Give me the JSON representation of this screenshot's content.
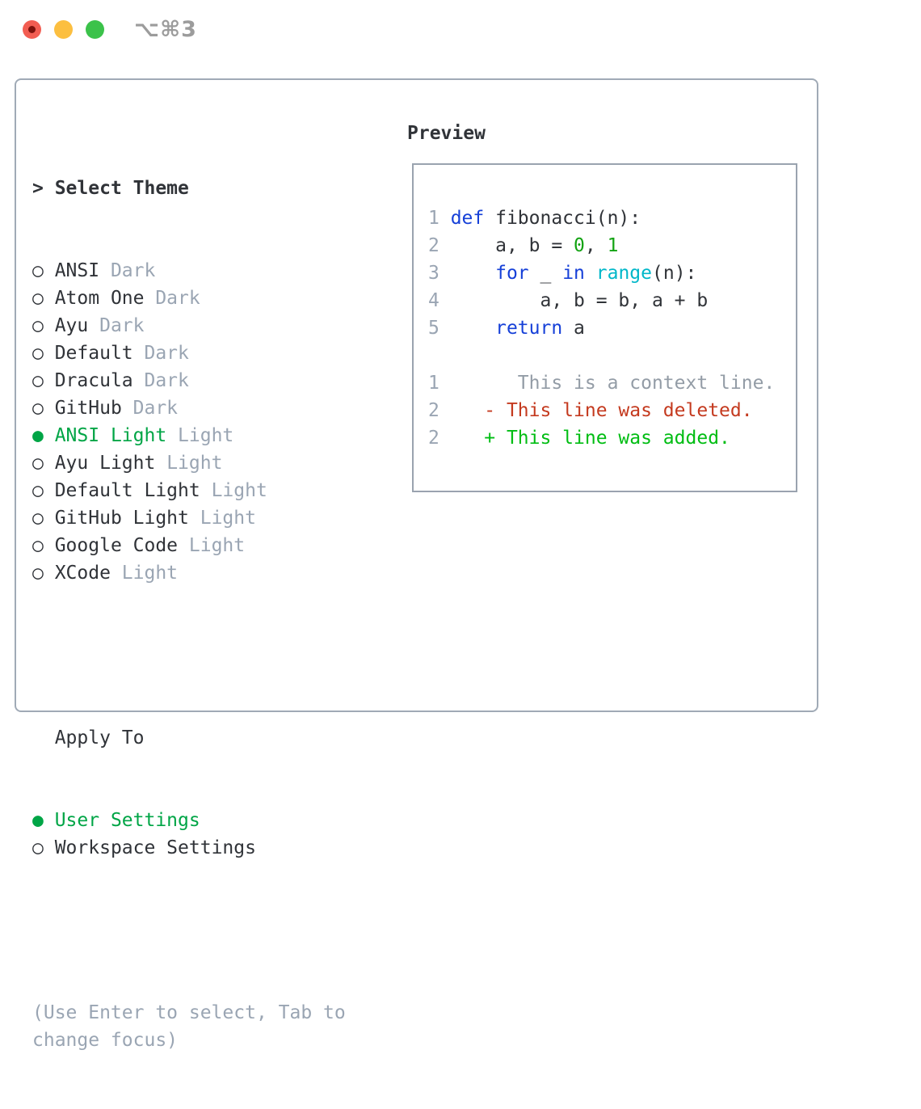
{
  "window": {
    "shortcut": "⌥⌘3",
    "traffic_lights": {
      "close": "red",
      "minimize": "yellow",
      "zoom": "green"
    }
  },
  "colors": {
    "accent_green": "#00a546",
    "keyword_blue": "#1640d8",
    "function_cyan": "#00b7c9",
    "number_green": "#13a313",
    "deleted_red": "#c43a1f",
    "added_green": "#00bd13",
    "muted_gray": "#9aa5b3",
    "text": "#303338",
    "panel_border": "#a0aab6"
  },
  "theme_panel": {
    "header": {
      "prompt": ">",
      "title": "Select Theme"
    },
    "themes": [
      {
        "name": "ANSI",
        "variant": "Dark",
        "selected": false
      },
      {
        "name": "Atom One",
        "variant": "Dark",
        "selected": false
      },
      {
        "name": "Ayu",
        "variant": "Dark",
        "selected": false
      },
      {
        "name": "Default",
        "variant": "Dark",
        "selected": false
      },
      {
        "name": "Dracula",
        "variant": "Dark",
        "selected": false
      },
      {
        "name": "GitHub",
        "variant": "Dark",
        "selected": false
      },
      {
        "name": "ANSI Light",
        "variant": "Light",
        "selected": true
      },
      {
        "name": "Ayu Light",
        "variant": "Light",
        "selected": false
      },
      {
        "name": "Default Light",
        "variant": "Light",
        "selected": false
      },
      {
        "name": "GitHub Light",
        "variant": "Light",
        "selected": false
      },
      {
        "name": "Google Code",
        "variant": "Light",
        "selected": false
      },
      {
        "name": "XCode",
        "variant": "Light",
        "selected": false
      }
    ],
    "markers": {
      "unselected": "○",
      "selected": "●"
    },
    "apply_to": {
      "title": "Apply To",
      "options": [
        {
          "label": "User Settings",
          "selected": true
        },
        {
          "label": "Workspace Settings",
          "selected": false
        }
      ]
    },
    "help_lines": [
      "(Use Enter to select, Tab to",
      "change focus)"
    ]
  },
  "preview": {
    "title": "Preview",
    "lines": [
      {
        "num": "1",
        "segments": [
          {
            "t": "def",
            "c": "kw"
          },
          {
            "t": " fibonacci(n):",
            "c": "fg"
          }
        ]
      },
      {
        "num": "2",
        "segments": [
          {
            "t": "    a, b = ",
            "c": "fg"
          },
          {
            "t": "0",
            "c": "num"
          },
          {
            "t": ", ",
            "c": "fg"
          },
          {
            "t": "1",
            "c": "num"
          }
        ]
      },
      {
        "num": "3",
        "segments": [
          {
            "t": "    ",
            "c": "fg"
          },
          {
            "t": "for",
            "c": "kw"
          },
          {
            "t": " _ ",
            "c": "fg"
          },
          {
            "t": "in",
            "c": "kw"
          },
          {
            "t": " ",
            "c": "fg"
          },
          {
            "t": "range",
            "c": "fn"
          },
          {
            "t": "(n):",
            "c": "fg"
          }
        ]
      },
      {
        "num": "4",
        "segments": [
          {
            "t": "        a, b = b, a + b",
            "c": "fg"
          }
        ]
      },
      {
        "num": "5",
        "segments": [
          {
            "t": "    ",
            "c": "fg"
          },
          {
            "t": "return",
            "c": "kw"
          },
          {
            "t": " a",
            "c": "fg"
          }
        ]
      },
      {
        "num": "",
        "segments": []
      },
      {
        "num": "1",
        "segments": [
          {
            "t": "      This is a context line.",
            "c": "ctx"
          }
        ]
      },
      {
        "num": "2",
        "segments": [
          {
            "t": "   - This line was deleted.",
            "c": "del"
          }
        ]
      },
      {
        "num": "2",
        "segments": [
          {
            "t": "   + This line was added.",
            "c": "add"
          }
        ]
      }
    ]
  }
}
